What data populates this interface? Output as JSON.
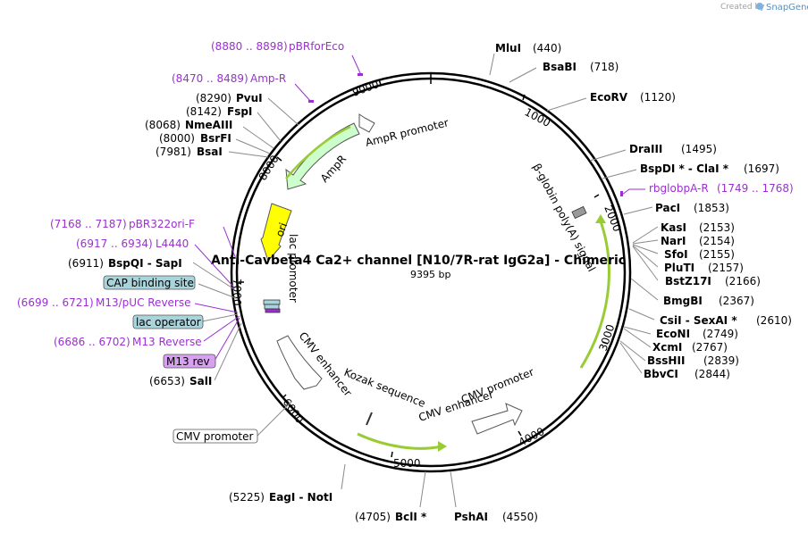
{
  "credit": {
    "prefix": "Created by",
    "brand": "SnapGene"
  },
  "map": {
    "title": "Anti-Cavbeta4 Ca2+ channel   [N10/7R-rat IgG2a] - Chimeric",
    "length_label": "9395 bp",
    "total_bp": 9395
  },
  "ruler": [
    {
      "label": "1000",
      "bp": 1000
    },
    {
      "label": "2000",
      "bp": 2000
    },
    {
      "label": "3000",
      "bp": 3000
    },
    {
      "label": "4000",
      "bp": 4000
    },
    {
      "label": "5000",
      "bp": 5000
    },
    {
      "label": "6000",
      "bp": 6000
    },
    {
      "label": "7000",
      "bp": 7000
    },
    {
      "label": "8000",
      "bp": 8000
    },
    {
      "label": "9000",
      "bp": 9000
    }
  ],
  "sites_right": [
    {
      "name": "MluI",
      "pos": "(440)"
    },
    {
      "name": "BsaBI",
      "pos": "(718)"
    },
    {
      "name": "EcoRV",
      "pos": "(1120)"
    },
    {
      "name": "DraIII",
      "pos": "(1495)"
    },
    {
      "name": "BspDI * - ClaI *",
      "pos": "(1697)"
    },
    {
      "name": "PacI",
      "pos": "(1853)"
    },
    {
      "name": "KasI",
      "pos": "(2153)"
    },
    {
      "name": "NarI",
      "pos": "(2154)"
    },
    {
      "name": "SfoI",
      "pos": "(2155)"
    },
    {
      "name": "PluTI",
      "pos": "(2157)"
    },
    {
      "name": "BstZ17I",
      "pos": "(2166)"
    },
    {
      "name": "BmgBI",
      "pos": "(2367)"
    },
    {
      "name": "CsiI - SexAI *",
      "pos": "(2610)"
    },
    {
      "name": "EcoNI",
      "pos": "(2749)"
    },
    {
      "name": "XcmI",
      "pos": "(2767)"
    },
    {
      "name": "BssHII",
      "pos": "(2839)"
    },
    {
      "name": "BbvCI",
      "pos": "(2844)"
    }
  ],
  "sites_left": [
    {
      "name": "PvuI",
      "pos": "(8290)"
    },
    {
      "name": "FspI",
      "pos": "(8142)"
    },
    {
      "name": "NmeAIII",
      "pos": "(8068)"
    },
    {
      "name": "BsrFI",
      "pos": "(8000)"
    },
    {
      "name": "BsaI",
      "pos": "(7981)"
    },
    {
      "name": "BspQI - SapI",
      "pos": "(6911)"
    },
    {
      "name": "SalI",
      "pos": "(6653)"
    }
  ],
  "sites_bottom": [
    {
      "name": "EagI - NotI",
      "pos": "(5225)"
    },
    {
      "name": "BclI *",
      "pos": "(4705)"
    },
    {
      "name": "PshAI",
      "pos": "(4550)"
    }
  ],
  "primers": [
    {
      "name": "pBRforEco",
      "range": "(8880 .. 8898)"
    },
    {
      "name": "Amp-R",
      "range": "(8470 .. 8489)"
    },
    {
      "name": "rbglobpA-R",
      "range": "(1749 .. 1768)"
    },
    {
      "name": "pBR322ori-F",
      "range": "(7168 .. 7187)"
    },
    {
      "name": "L4440",
      "range": "(6917 .. 6934)"
    },
    {
      "name": "M13/pUC Reverse",
      "range": "(6699 .. 6721)"
    },
    {
      "name": "M13 Reverse",
      "range": "(6686 .. 6702)"
    }
  ],
  "boxed_labels": [
    {
      "name": "CAP binding site",
      "color": "#a8d4dc"
    },
    {
      "name": "lac operator",
      "color": "#a8d4dc"
    },
    {
      "name": "M13 rev",
      "color": "#d8a0f0"
    },
    {
      "name": "CMV promoter",
      "color": "#ffffff"
    }
  ],
  "features": [
    {
      "name": "AmpR promoter"
    },
    {
      "name": "AmpR",
      "color": "#ccffcc"
    },
    {
      "name": "ori",
      "color": "#ffff00"
    },
    {
      "name": "lac promoter"
    },
    {
      "name": "β-globin poly(A) signal"
    },
    {
      "name": "CMV enhancer"
    },
    {
      "name": "Kozak sequence"
    },
    {
      "name": "CMV promoter"
    },
    {
      "name": "CMV enhancer"
    }
  ],
  "colors": {
    "backbone": "#000000",
    "primer": "#9b30d0",
    "orf_arrow": "#99cc33",
    "feature_green": "#ccffcc",
    "ori": "#ffff00"
  }
}
